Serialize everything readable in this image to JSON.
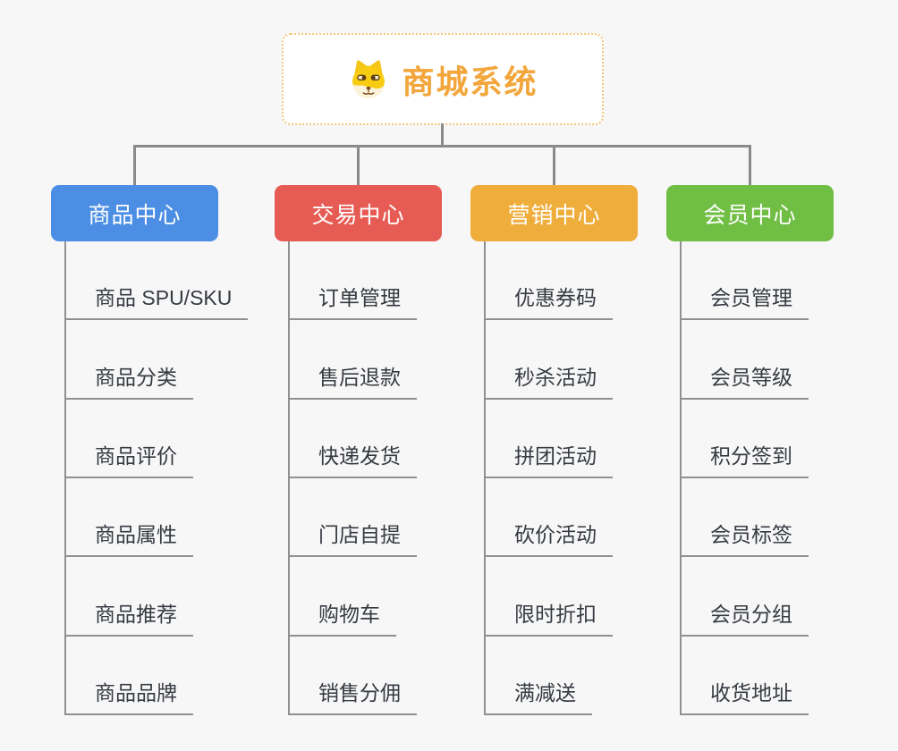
{
  "root": {
    "label": "商城系统",
    "icon": "shiba-dog-face-icon",
    "text_color": "#F2A63B",
    "border_color": "#F2C879"
  },
  "branches": [
    {
      "label": "商品中心",
      "color": "#4C8EE4",
      "children": [
        "商品 SPU/SKU",
        "商品分类",
        "商品评价",
        "商品属性",
        "商品推荐",
        "商品品牌"
      ]
    },
    {
      "label": "交易中心",
      "color": "#E65C55",
      "children": [
        "订单管理",
        "售后退款",
        "快递发货",
        "门店自提",
        "购物车",
        "销售分佣"
      ]
    },
    {
      "label": "营销中心",
      "color": "#EFAD3B",
      "children": [
        "优惠券码",
        "秒杀活动",
        "拼团活动",
        "砍价活动",
        "限时折扣",
        "满减送"
      ]
    },
    {
      "label": "会员中心",
      "color": "#70BE43",
      "children": [
        "会员管理",
        "会员等级",
        "积分签到",
        "会员标签",
        "会员分组",
        "收货地址"
      ]
    }
  ],
  "colors": {
    "background": "#F7F7F7",
    "connector": "#8A8A8A",
    "child_line": "#909090",
    "child_text": "#363B42",
    "branch_text": "#FFFFFF"
  }
}
